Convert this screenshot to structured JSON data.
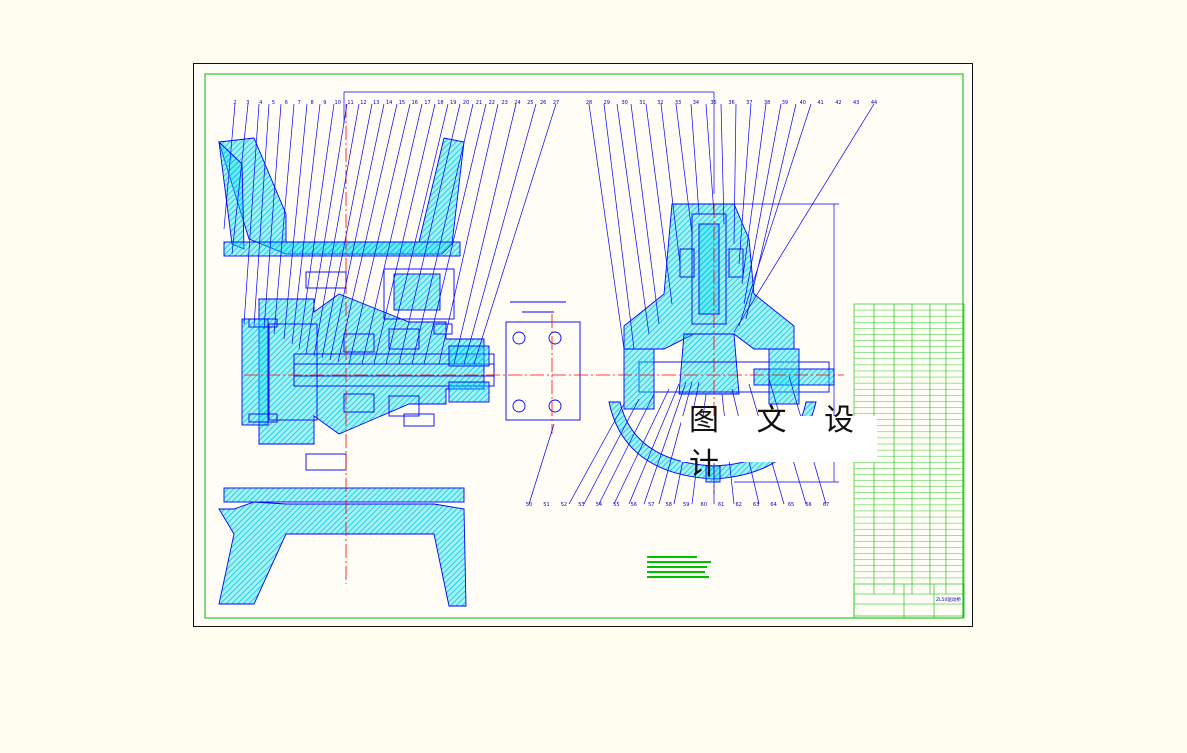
{
  "watermark": {
    "text": "图 文 设 计"
  },
  "colors": {
    "frame": "#00c000",
    "outline": "#0000ff",
    "hatch": "#00d8f0",
    "center_line": "#ff0000",
    "text": "#0000cc",
    "paper": "#fffdf5"
  },
  "balloons_top_left": [
    "2",
    "3",
    "4",
    "5",
    "6",
    "7",
    "8",
    "9",
    "10",
    "11",
    "12",
    "13",
    "14",
    "15",
    "16",
    "17",
    "18",
    "19",
    "20",
    "21",
    "22",
    "23",
    "24",
    "25",
    "26",
    "27"
  ],
  "balloons_top_right": [
    "28",
    "29",
    "30",
    "31",
    "32",
    "33",
    "34",
    "35",
    "36",
    "37",
    "38",
    "39",
    "40",
    "41",
    "42",
    "43",
    "44"
  ],
  "balloons_bottom": [
    "50",
    "51",
    "52",
    "53",
    "54",
    "55",
    "56",
    "57",
    "58",
    "59",
    "60",
    "61",
    "62",
    "63",
    "64",
    "65",
    "66",
    "67"
  ],
  "parts_list_rows": 46,
  "title_block": {
    "drawing_title": "ZL50驱动桥"
  }
}
